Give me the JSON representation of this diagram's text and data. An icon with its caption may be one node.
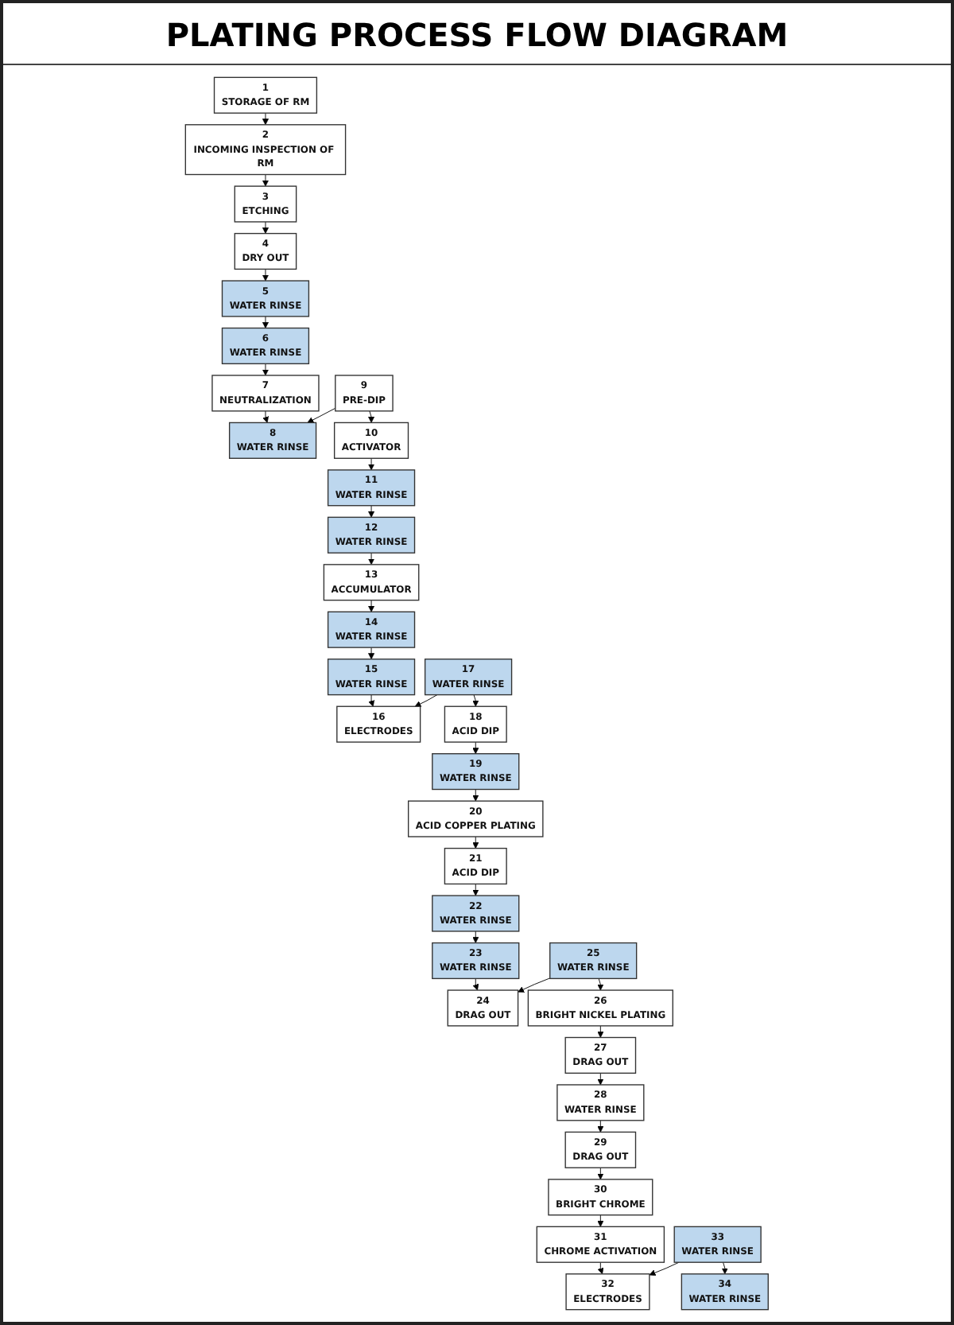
{
  "diagram": {
    "title": "PLATING PROCESS FLOW DIAGRAM",
    "nodes": [
      {
        "text": [
          "1",
          "STORAGE OF RM"
        ]
      },
      {
        "text": [
          "2",
          "INCOMING INSPECTION OF RM"
        ]
      },
      {
        "text": [
          "3",
          "ETCHING"
        ]
      },
      {
        "text": [
          "4",
          "DRY OUT"
        ]
      },
      {
        "text": [
          "5",
          "WATER RINSE"
        ]
      },
      {
        "text": [
          "6",
          "WATER RINSE"
        ]
      },
      {
        "text": [
          "7",
          "NEUTRALIZATION"
        ]
      },
      {
        "text": [
          "8",
          "WATER RINSE"
        ]
      },
      {
        "text": [
          "9",
          "PRE-DIP"
        ]
      },
      {
        "text": [
          "10",
          "ACTIVATOR"
        ]
      },
      {
        "text": [
          "11",
          "WATER RINSE"
        ]
      },
      {
        "text": [
          "12",
          "WATER RINSE"
        ]
      },
      {
        "text": [
          "13",
          "ACCUMULATOR"
        ]
      },
      {
        "text": [
          "14",
          "WATER RINSE"
        ]
      },
      {
        "text": [
          "15",
          "WATER RINSE"
        ]
      },
      {
        "text": [
          "16",
          "ELECTRODES"
        ]
      },
      {
        "text": [
          "17",
          "WATER RINSE"
        ]
      },
      {
        "text": [
          "18",
          "ACID DIP"
        ]
      },
      {
        "text": [
          "19",
          "WATER RINSE"
        ]
      },
      {
        "text": [
          "20",
          "ACID COPPER PLATING"
        ]
      },
      {
        "text": [
          "21",
          "ACID DIP"
        ]
      },
      {
        "text": [
          "22",
          "WATER RINSE"
        ]
      },
      {
        "text": [
          "23",
          "WATER RINSE"
        ]
      },
      {
        "text": [
          "24",
          "DRAG OUT"
        ]
      },
      {
        "text": [
          "25",
          "WATER RINSE"
        ]
      },
      {
        "text": [
          "26",
          "BRIGHT NICKEL PLATING"
        ]
      },
      {
        "text": [
          "27",
          "DRAG OUT"
        ]
      },
      {
        "text": [
          "28",
          "WATER RINSE"
        ]
      },
      {
        "text": [
          "29",
          "DRAG OUT"
        ]
      },
      {
        "text": [
          "30",
          "BRIGHT CHROME"
        ]
      },
      {
        "text": [
          "31",
          "CHROME ACTIVATION"
        ]
      },
      {
        "text": [
          "32",
          "ELECTRODES"
        ]
      },
      {
        "text": [
          "33",
          "WATER RINSE"
        ]
      },
      {
        "text": [
          "34",
          "WATER RINSE"
        ]
      }
    ],
    "edges": [
      {
        "from": 0,
        "to": 1,
        "arrow": "to"
      },
      {
        "from": 1,
        "to": 2,
        "arrow": "to"
      },
      {
        "from": 2,
        "to": 3,
        "arrow": "to"
      },
      {
        "from": 3,
        "to": 4,
        "arrow": "to"
      },
      {
        "from": 4,
        "to": 5,
        "arrow": "to"
      },
      {
        "from": 5,
        "to": 6,
        "arrow": "to"
      },
      {
        "from": 6,
        "to": 7,
        "arrow": "to"
      },
      {
        "from": 8,
        "to": 7,
        "arrow": "to"
      },
      {
        "from": 8,
        "to": 9,
        "arrow": "to"
      },
      {
        "from": 9,
        "to": 10,
        "arrow": "to"
      },
      {
        "from": 10,
        "to": 11,
        "arrow": "to"
      },
      {
        "from": 11,
        "to": 12,
        "arrow": "to"
      },
      {
        "from": 12,
        "to": 13,
        "arrow": "to"
      },
      {
        "from": 13,
        "to": 14,
        "arrow": "to"
      },
      {
        "from": 14,
        "to": 15,
        "arrow": "to"
      },
      {
        "from": 16,
        "to": 15,
        "arrow": "to"
      },
      {
        "from": 16,
        "to": 17,
        "arrow": "to"
      },
      {
        "from": 17,
        "to": 18,
        "arrow": "to"
      },
      {
        "from": 18,
        "to": 19,
        "arrow": "to"
      },
      {
        "from": 19,
        "to": 20,
        "arrow": "to"
      },
      {
        "from": 20,
        "to": 21,
        "arrow": "to"
      },
      {
        "from": 21,
        "to": 22,
        "arrow": "to"
      },
      {
        "from": 22,
        "to": 23,
        "arrow": "to"
      },
      {
        "from": 24,
        "to": 23,
        "arrow": "to"
      },
      {
        "from": 24,
        "to": 25,
        "arrow": "to"
      },
      {
        "from": 25,
        "to": 26,
        "arrow": "to"
      },
      {
        "from": 26,
        "to": 27,
        "arrow": "to"
      },
      {
        "from": 27,
        "to": 28,
        "arrow": "to"
      },
      {
        "from": 28,
        "to": 29,
        "arrow": "to"
      },
      {
        "from": 29,
        "to": 30,
        "arrow": "to"
      },
      {
        "from": 30,
        "to": 31,
        "arrow": "to"
      },
      {
        "from": 32,
        "to": 31,
        "arrow": "to"
      },
      {
        "from": 32,
        "to": 33,
        "arrow": "to"
      }
    ]
  }
}
